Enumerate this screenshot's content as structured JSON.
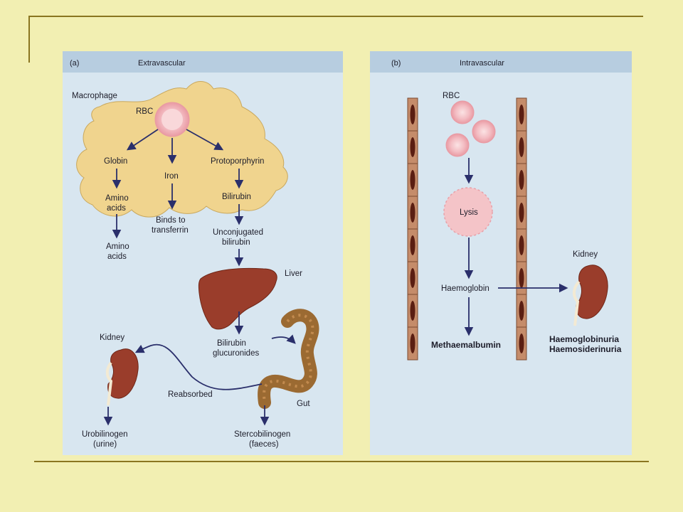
{
  "panel_a": {
    "tag": "(a)",
    "title": "Extravascular",
    "labels": {
      "macrophage": "Macrophage",
      "rbc": "RBC",
      "globin": "Globin",
      "iron": "Iron",
      "protoporphyrin": "Protoporphyrin",
      "amino_acids_1a": "Amino",
      "amino_acids_1b": "acids",
      "binds_a": "Binds to",
      "binds_b": "transferrin",
      "bilirubin": "Bilirubin",
      "amino_acids_2a": "Amino",
      "amino_acids_2b": "acids",
      "unconj_a": "Unconjugated",
      "unconj_b": "bilirubin",
      "liver": "Liver",
      "bilgluc_a": "Bilirubin",
      "bilgluc_b": "glucuronides",
      "kidney": "Kidney",
      "reabsorbed": "Reabsorbed",
      "gut": "Gut",
      "urobilinogen_a": "Urobilinogen",
      "urobilinogen_b": "(urine)",
      "stercobilinogen_a": "Stercobilinogen",
      "stercobilinogen_b": "(faeces)"
    }
  },
  "panel_b": {
    "tag": "(b)",
    "title": "Intravascular",
    "labels": {
      "rbc": "RBC",
      "lysis": "Lysis",
      "haemoglobin": "Haemoglobin",
      "kidney": "Kidney",
      "methaemalbumin": "Methaemalbumin",
      "haemoglobinuria": "Haemoglobinuria",
      "haemosiderinuria": "Haemosiderinuria"
    }
  },
  "colors": {
    "slide_background": "#f2efb2",
    "panel_background": "#d8e6f0",
    "panel_header": "#b7cde0",
    "macrophage": "#f0d48e",
    "rbc": "#f4c4c8",
    "organ": "#9a3d2b",
    "gut": "#9b6a32",
    "vessel": "#c58c6a",
    "arrow": "#2a2f6b"
  }
}
